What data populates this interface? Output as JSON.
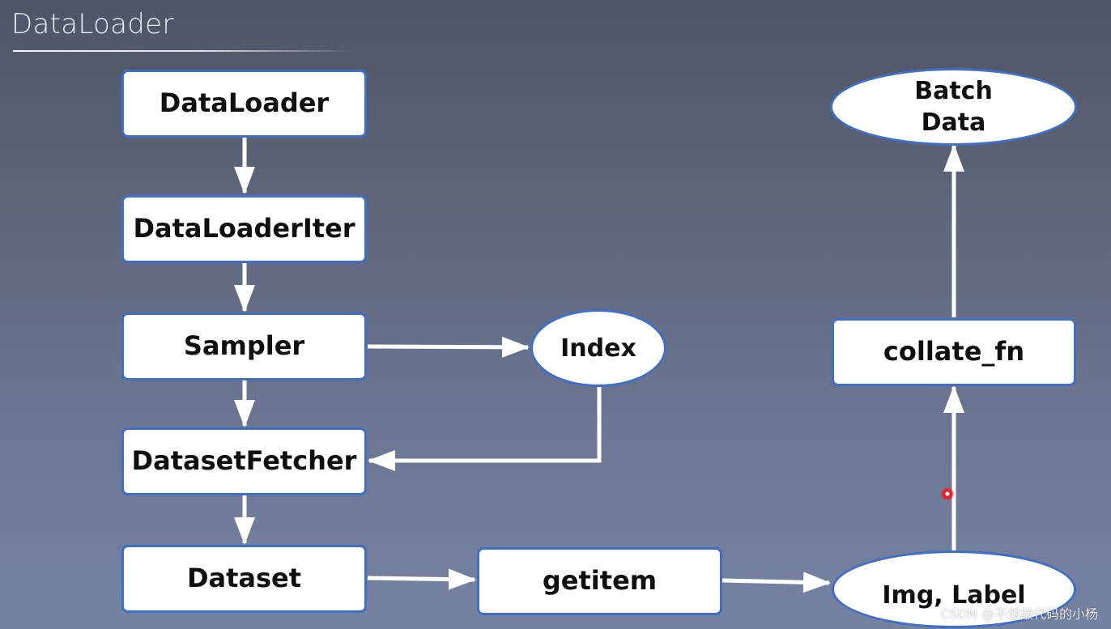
{
  "header": {
    "title": "DataLoader"
  },
  "diagram": {
    "nodes": {
      "dataloader": "DataLoader",
      "dataloaderiter": "DataLoaderIter",
      "sampler": "Sampler",
      "datasetfetcher": "DatasetFetcher",
      "dataset": "Dataset",
      "index": "Index",
      "getitem": "getitem",
      "img_label": "Img, Label",
      "collate_fn": "collate_fn",
      "batch_data_line1": "Batch",
      "batch_data_line2": "Data"
    },
    "edges": [
      {
        "from": "DataLoader",
        "to": "DataLoaderIter"
      },
      {
        "from": "DataLoaderIter",
        "to": "Sampler"
      },
      {
        "from": "Sampler",
        "to": "DatasetFetcher"
      },
      {
        "from": "Sampler",
        "to": "Index"
      },
      {
        "from": "Index",
        "to": "DatasetFetcher"
      },
      {
        "from": "DatasetFetcher",
        "to": "Dataset"
      },
      {
        "from": "Dataset",
        "to": "getitem"
      },
      {
        "from": "getitem",
        "to": "Img, Label"
      },
      {
        "from": "Img, Label",
        "to": "collate_fn"
      },
      {
        "from": "collate_fn",
        "to": "Batch Data"
      }
    ],
    "colors": {
      "node_border": "#3f6fc6",
      "node_fill": "#ffffff",
      "arrow": "#ffffff"
    }
  },
  "watermark": {
    "text": "CSDN @不想敲代码的小杨"
  }
}
